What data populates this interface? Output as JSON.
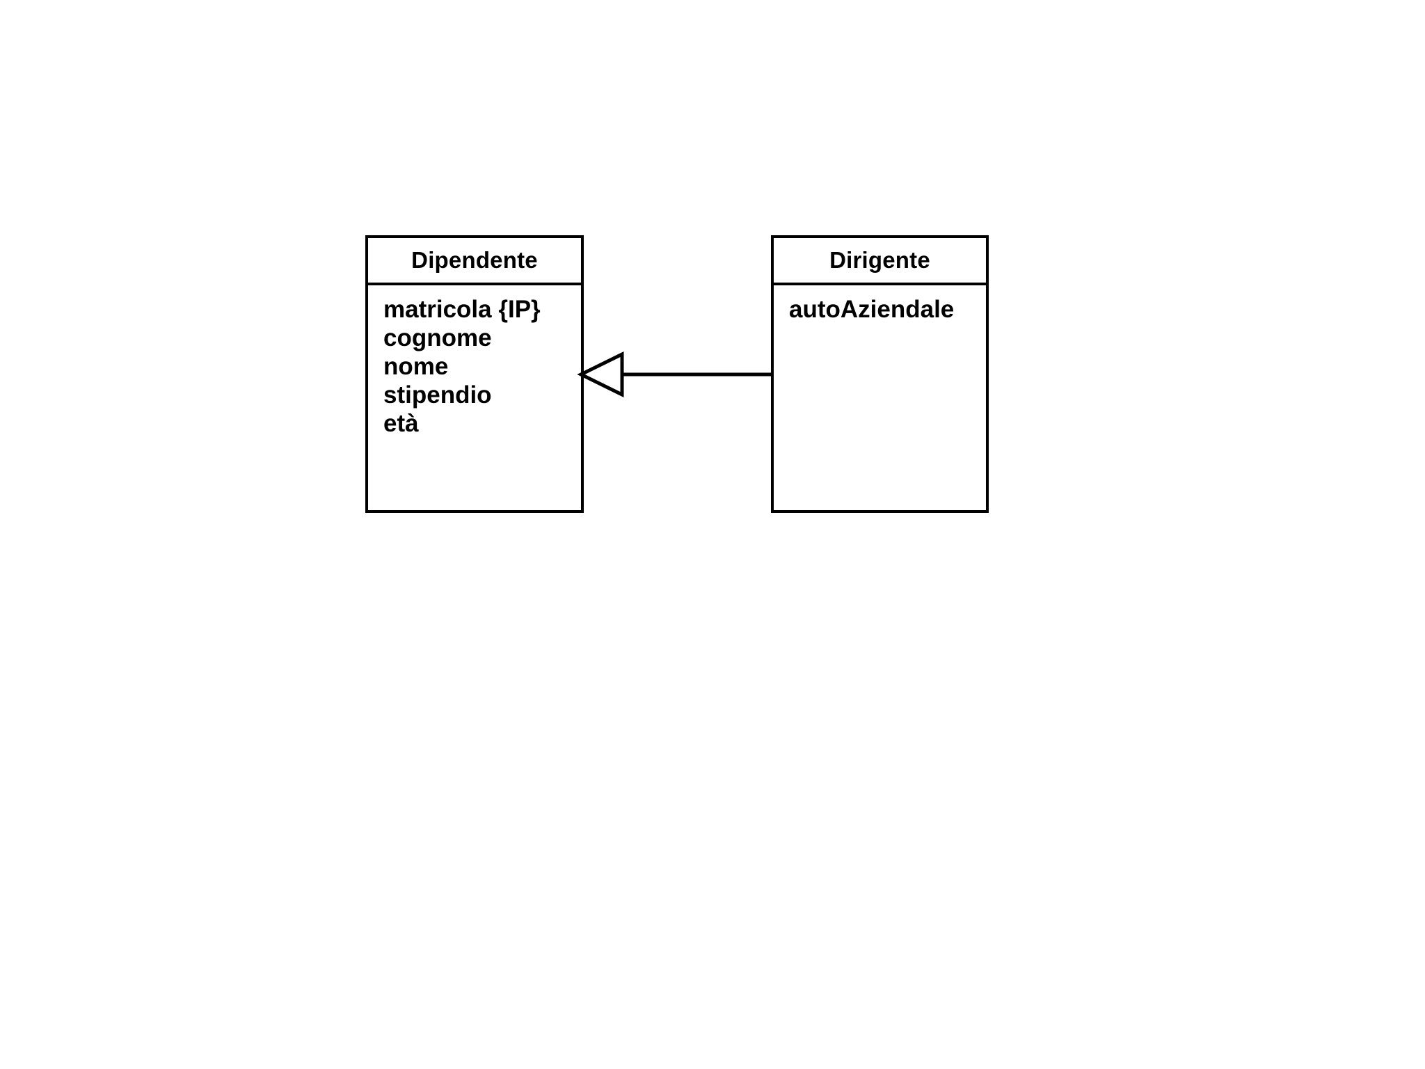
{
  "diagram": {
    "type": "uml-class-diagram",
    "notation": "UML",
    "background_color": "#ffffff",
    "line_color": "#000000",
    "classes": [
      {
        "id": "dipendente",
        "name": "Dipendente",
        "role": "superclass",
        "attributes": [
          "matricola {IP}",
          "cognome",
          "nome",
          "stipendio",
          "età"
        ]
      },
      {
        "id": "dirigente",
        "name": "Dirigente",
        "role": "subclass",
        "attributes": [
          "autoAziendale"
        ]
      }
    ],
    "relationships": [
      {
        "kind": "generalization",
        "label": "",
        "source": "Dirigente",
        "target": "Dipendente",
        "arrow": "hollow-triangle"
      }
    ]
  }
}
